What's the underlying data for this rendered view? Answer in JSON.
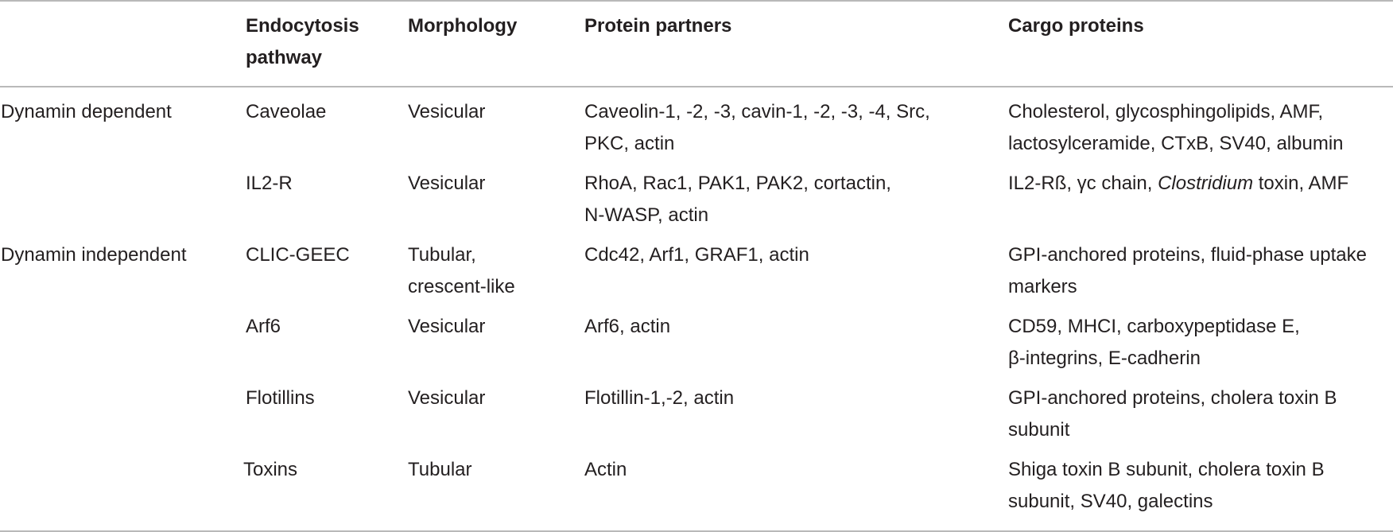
{
  "table": {
    "headers": [
      "",
      "Endocytosis pathway",
      "Morphology",
      "Protein partners",
      "Cargo proteins"
    ],
    "header_lines": {
      "pathway": [
        "Endocytosis",
        "pathway"
      ],
      "morphology": "Morphology",
      "partners": "Protein partners",
      "cargo": "Cargo proteins"
    },
    "rows": [
      {
        "group": "Dynamin dependent",
        "pathway": "Caveolae",
        "morphology": [
          "Vesicular",
          ""
        ],
        "partners": [
          "Caveolin-1, -2, -3, cavin-1, -2, -3, -4, Src,",
          "PKC, actin"
        ],
        "cargo": [
          "Cholesterol, glycosphingolipids, AMF,",
          "lactosylceramide, CTxB, SV40, albumin"
        ]
      },
      {
        "group": "",
        "pathway": "IL2-R",
        "morphology": [
          "Vesicular",
          ""
        ],
        "partners": [
          "RhoA, Rac1, PAK1, PAK2, cortactin,",
          "N-WASP, actin"
        ],
        "cargo_parts": {
          "pre": "IL2-Rß, γc chain, ",
          "italic": "Clostridium",
          "post": " toxin, AMF"
        }
      },
      {
        "group": "Dynamin independent",
        "pathway": "CLIC-GEEC",
        "morphology": [
          "Tubular,",
          "crescent-like"
        ],
        "partners": [
          "Cdc42, Arf1, GRAF1, actin",
          ""
        ],
        "cargo": [
          "GPI-anchored proteins, fluid-phase uptake",
          "markers"
        ]
      },
      {
        "group": "",
        "pathway": "Arf6",
        "morphology": [
          "Vesicular",
          ""
        ],
        "partners": [
          "Arf6, actin",
          ""
        ],
        "cargo": [
          "CD59, MHCI, carboxypeptidase E,",
          "β-integrins, E-cadherin"
        ]
      },
      {
        "group": "",
        "pathway": "Flotillins",
        "morphology": [
          "Vesicular",
          ""
        ],
        "partners": [
          "Flotillin-1,-2, actin",
          ""
        ],
        "cargo": [
          "GPI-anchored proteins, cholera toxin B",
          "subunit"
        ]
      },
      {
        "group": "",
        "pathway": "Toxins",
        "morphology": [
          "Tubular",
          ""
        ],
        "partners": [
          "Actin",
          ""
        ],
        "cargo": [
          "Shiga toxin B subunit, cholera toxin B",
          "subunit, SV40, galectins"
        ]
      }
    ]
  }
}
